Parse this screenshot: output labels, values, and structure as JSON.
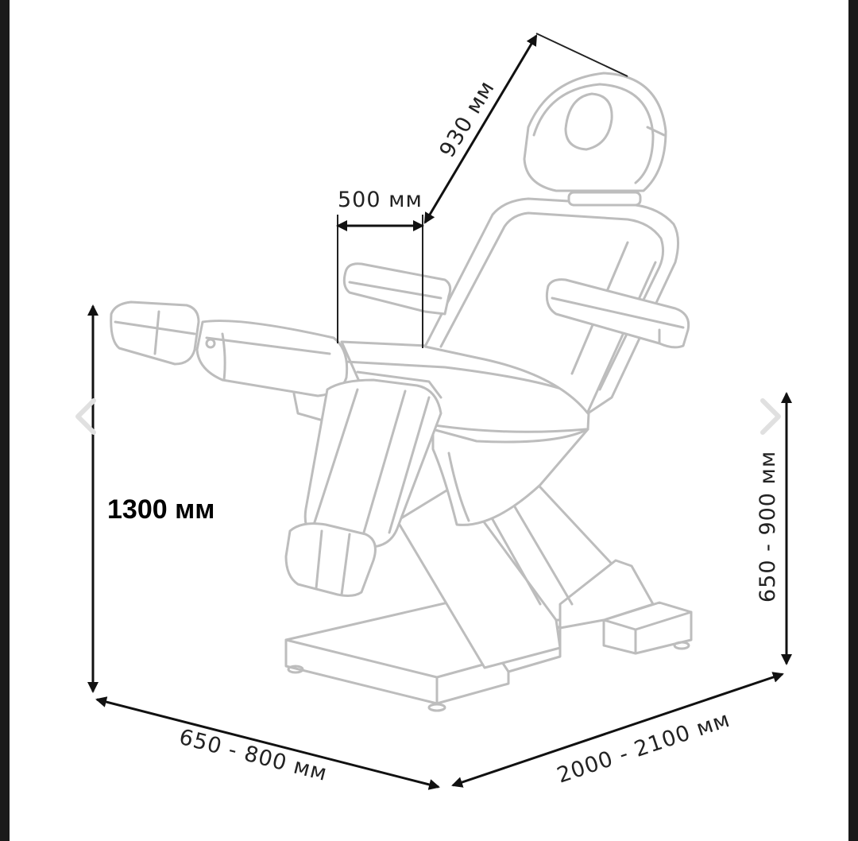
{
  "dimensions": {
    "height_total": "1300 мм",
    "seat_height": "650 - 900 мм",
    "width": "650 - 800 мм",
    "length": "2000 - 2100 мм",
    "backrest_length": "930 мм",
    "armrest_gap": "500 мм"
  },
  "navigation": {
    "prev_icon": "chevron-left-icon",
    "next_icon": "chevron-right-icon"
  },
  "colors": {
    "line_drawing": "#bdbdbd",
    "dimension_arrows": "#111111",
    "background": "#ffffff"
  }
}
